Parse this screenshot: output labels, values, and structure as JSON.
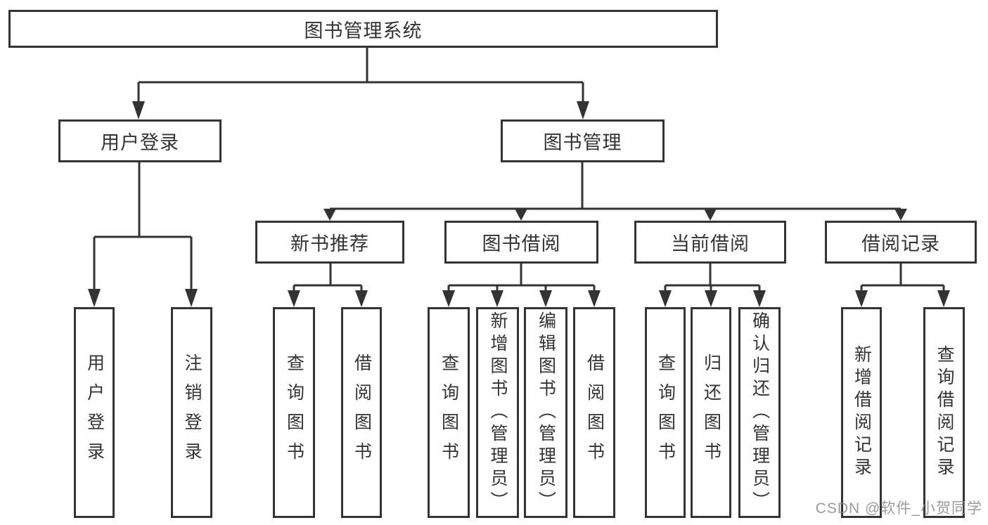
{
  "diagram": {
    "type": "hierarchy-tree",
    "root": "图书管理系统",
    "level2": {
      "user_login": "用户登录",
      "book_mgmt": "图书管理"
    },
    "level3": {
      "new_book_rec": "新书推荐",
      "book_borrow": "图书借阅",
      "current_borrow": "当前借阅",
      "borrow_records": "借阅记录"
    },
    "leaves": {
      "user_login_child1": "用户登录",
      "user_login_child2": "注销登录",
      "new_book_rec_child1": "查询图书",
      "new_book_rec_child2": "借阅图书",
      "book_borrow_child1": "查询图书",
      "book_borrow_child2": "新增图书（管理员）",
      "book_borrow_child3": "编辑图书（管理员）",
      "book_borrow_child4": "借阅图书",
      "current_borrow_child1": "查询图书",
      "current_borrow_child2": "归还图书",
      "current_borrow_child3": "确认归还（管理员）",
      "borrow_records_child1": "新增借阅记录",
      "borrow_records_child2": "查询借阅记录"
    }
  },
  "watermark": "CSDN @软件_小贺同学",
  "colors": {
    "line": "#333333",
    "text": "#333333",
    "background": "#ffffff",
    "watermark": "#8a8a8a"
  }
}
